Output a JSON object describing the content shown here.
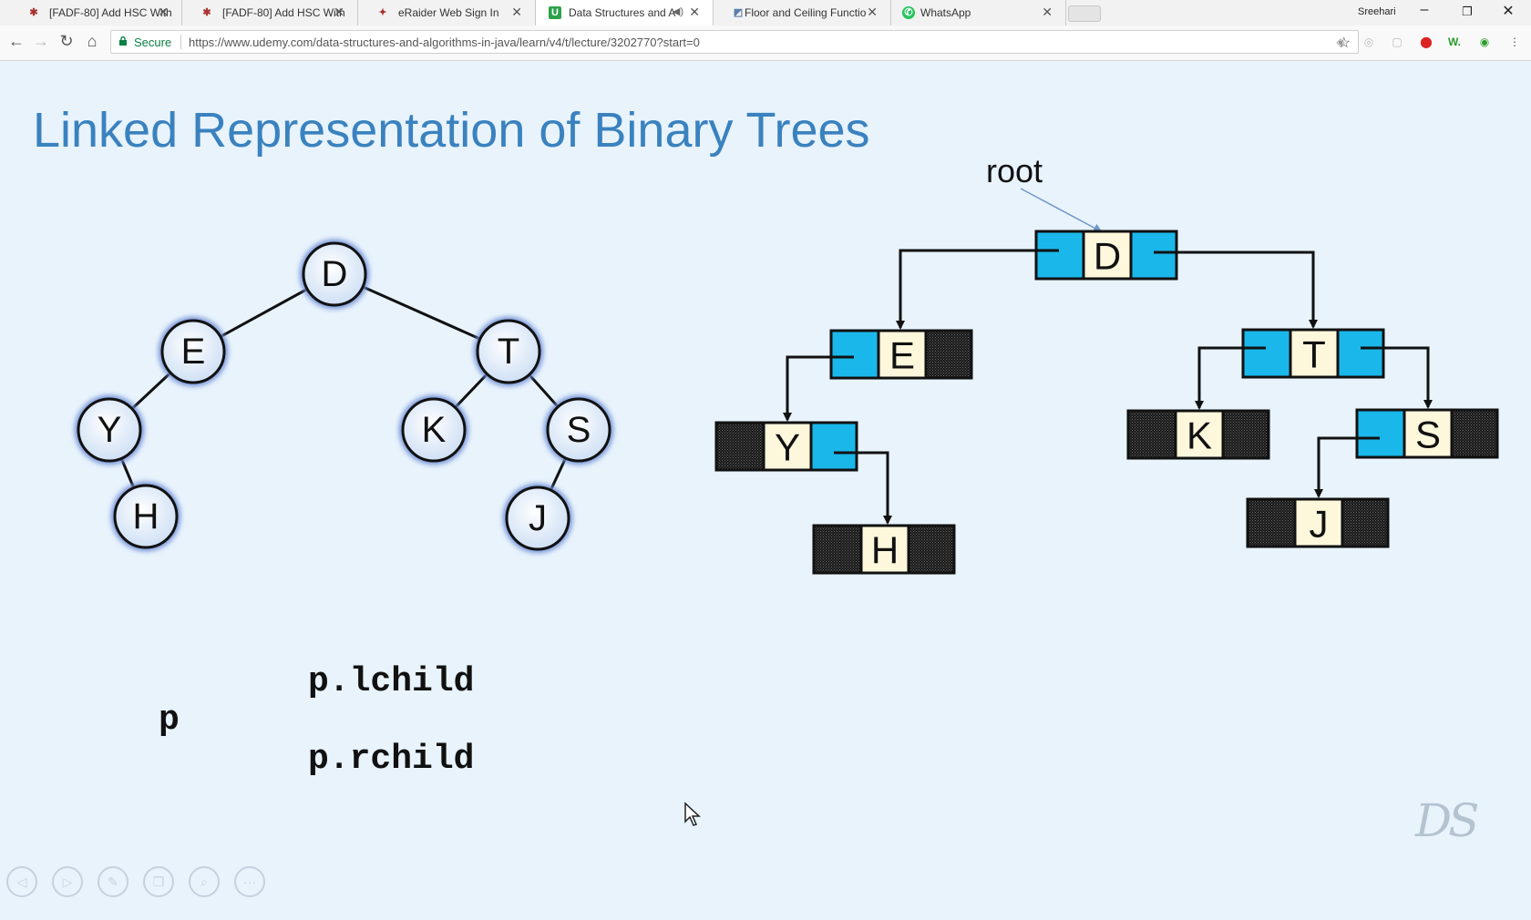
{
  "browser": {
    "tabs": [
      {
        "title": "[FADF-80] Add HSC With",
        "favicon": "bug-icon",
        "active": false
      },
      {
        "title": "[FADF-80] Add HSC With",
        "favicon": "bug-icon",
        "active": false
      },
      {
        "title": "eRaider Web Sign In",
        "favicon": "ttu-icon",
        "active": false
      },
      {
        "title": "Data Structures and A",
        "favicon": "udemy-icon",
        "active": true,
        "audio": true
      },
      {
        "title": "Floor and Ceiling Functio",
        "favicon": "math-icon",
        "active": false
      },
      {
        "title": "WhatsApp",
        "favicon": "whatsapp-icon",
        "active": false
      }
    ],
    "window_user": "Sreehari",
    "secure_label": "Secure",
    "url": "https://www.udemy.com/data-structures-and-algorithms-in-java/learn/v4/t/lecture/3202770?start=0",
    "colors": {
      "secure": "#0b8043",
      "tab_active": "#ffffff",
      "tab_bar": "#f2f2f2"
    }
  },
  "slide": {
    "title": "Linked Representation of Binary Trees",
    "root_label": "root",
    "tree_nodes": [
      "D",
      "E",
      "T",
      "Y",
      "K",
      "S",
      "H",
      "J"
    ],
    "linked_nodes": [
      "D",
      "E",
      "T",
      "Y",
      "K",
      "S",
      "H",
      "J"
    ],
    "code_p": "p",
    "code_lchild": "p.lchild",
    "code_rchild": "p.rchild",
    "logo": "DS",
    "colors": {
      "title": "#3a82bf",
      "pointer_cell": "#1ab8ea",
      "data_cell": "#fdf7dc",
      "node_fill": "#dce9f7",
      "node_glow": "#6f8fd6",
      "background": "#e8f3fc"
    }
  },
  "player_controls": [
    "prev-icon",
    "play-icon",
    "pen-icon",
    "copy-icon",
    "zoom-icon",
    "more-icon"
  ]
}
